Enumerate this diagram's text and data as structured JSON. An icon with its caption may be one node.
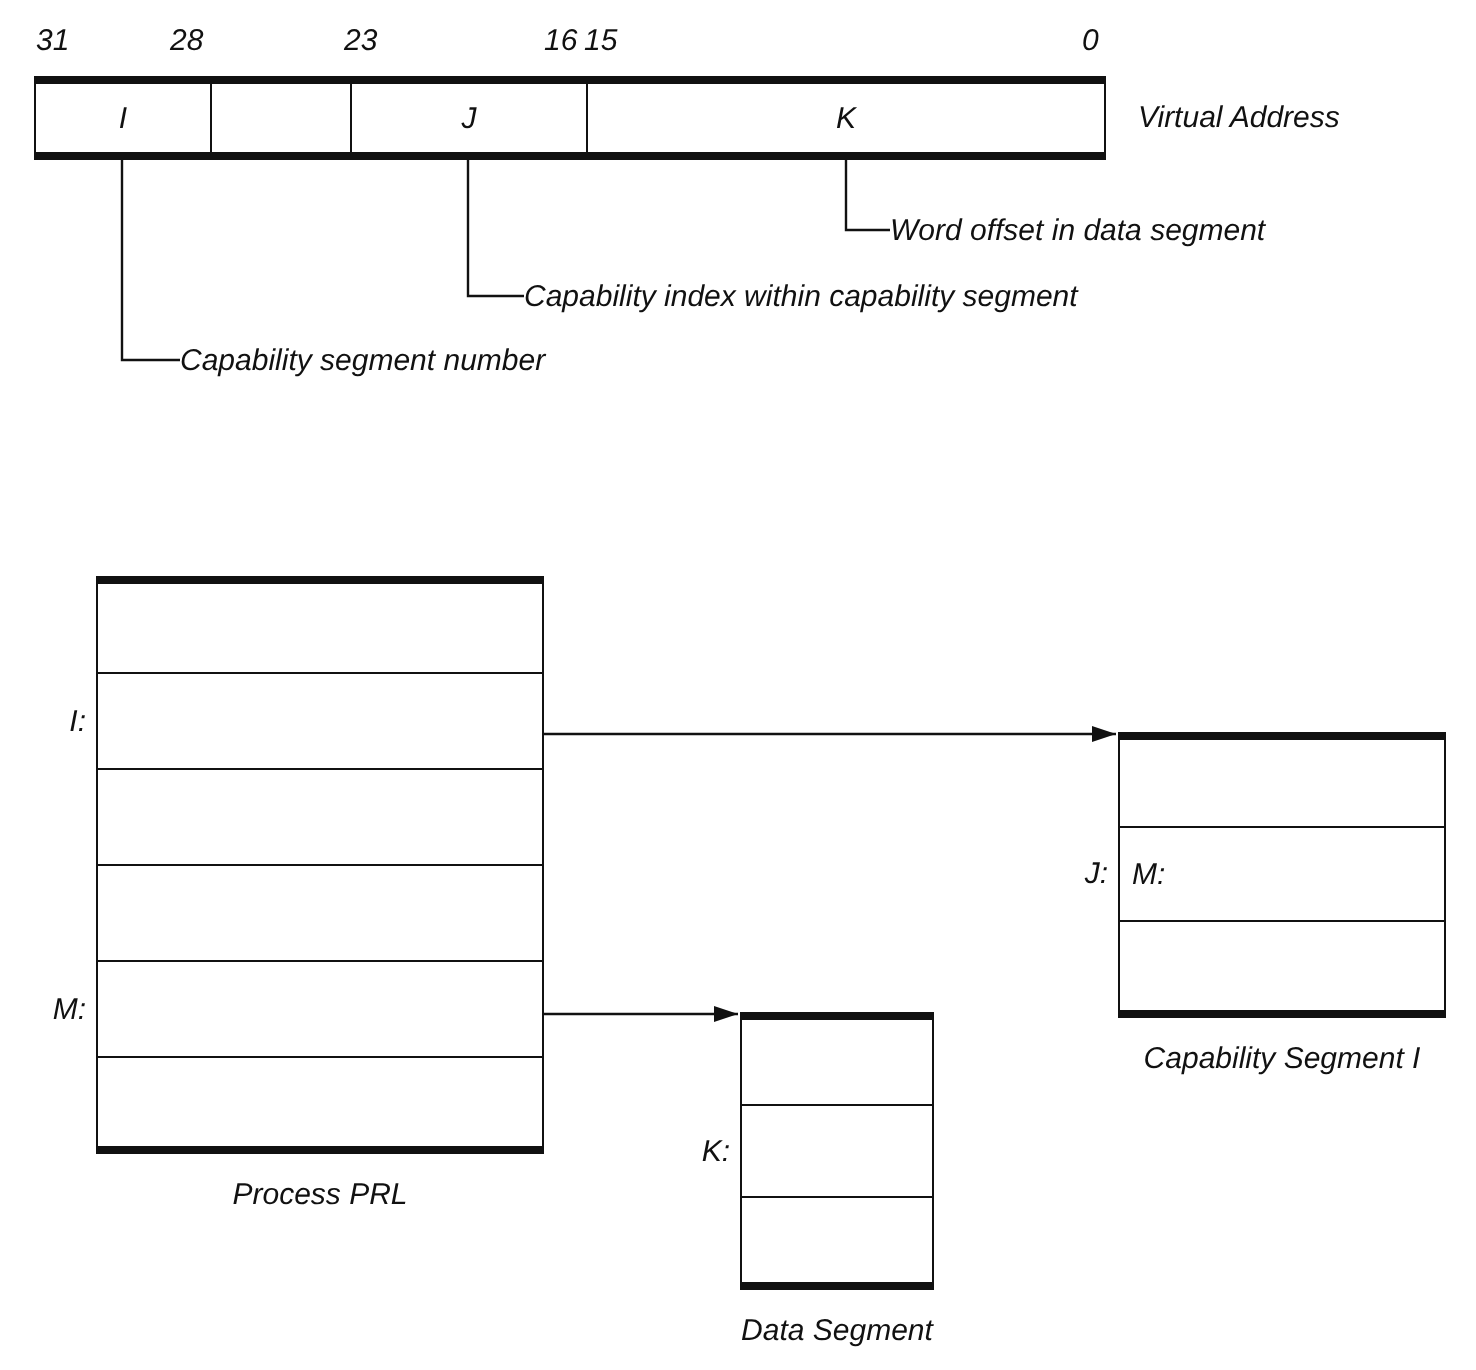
{
  "diagram": {
    "nodes": [
      {
        "text": [],
        "shape": "box",
        "beside": [
          "Virtual Address"
        ]
      },
      {
        "text": [
          "I"
        ],
        "in": 0
      },
      {
        "text": [],
        "shape": "box",
        "in": 0
      },
      {
        "text": [
          "J"
        ],
        "in": 0
      },
      {
        "text": [
          "K"
        ],
        "in": 0
      },
      {
        "text": [
          "Word offset in data segment"
        ]
      },
      {
        "text": [
          "Capability index within capability segment"
        ]
      },
      {
        "text": [
          "Capability segment number"
        ]
      },
      {
        "text": [
          "Process PRL"
        ]
      },
      {
        "text": [],
        "shape": "box",
        "in": 8
      },
      {
        "text": [],
        "shape": "box",
        "in": 8,
        "beside": [
          "I:"
        ]
      },
      {
        "text": [],
        "shape": "box",
        "in": 8
      },
      {
        "text": [],
        "shape": "box",
        "in": 8
      },
      {
        "text": [],
        "shape": "box",
        "in": 8,
        "beside": [
          "M:"
        ]
      },
      {
        "text": [],
        "shape": "box",
        "in": 8
      },
      {
        "text": [
          "Capability Segment I"
        ]
      },
      {
        "text": [],
        "shape": "box",
        "in": 15
      },
      {
        "text": [
          "M:"
        ],
        "in": 15,
        "beside": [
          "J:"
        ]
      },
      {
        "text": [],
        "shape": "box",
        "in": 15
      },
      {
        "text": [
          "Data Segment"
        ]
      },
      {
        "text": [],
        "shape": "box",
        "in": 19
      },
      {
        "text": [],
        "shape": "box",
        "in": 19,
        "beside": [
          "K:"
        ]
      },
      {
        "text": [],
        "shape": "box",
        "in": 19
      }
    ],
    "edges": [
      {
        "from": 5,
        "to": 4,
        "arrow": "none"
      },
      {
        "from": 6,
        "to": 3,
        "arrow": "none"
      },
      {
        "from": 7,
        "to": 1,
        "arrow": "none"
      },
      {
        "from": 10,
        "to": 15,
        "arrow": "to"
      },
      {
        "from": 13,
        "to": 19,
        "arrow": "to"
      }
    ],
    "labels": [
      "31",
      "28",
      "23",
      "16",
      "15",
      "0"
    ]
  }
}
